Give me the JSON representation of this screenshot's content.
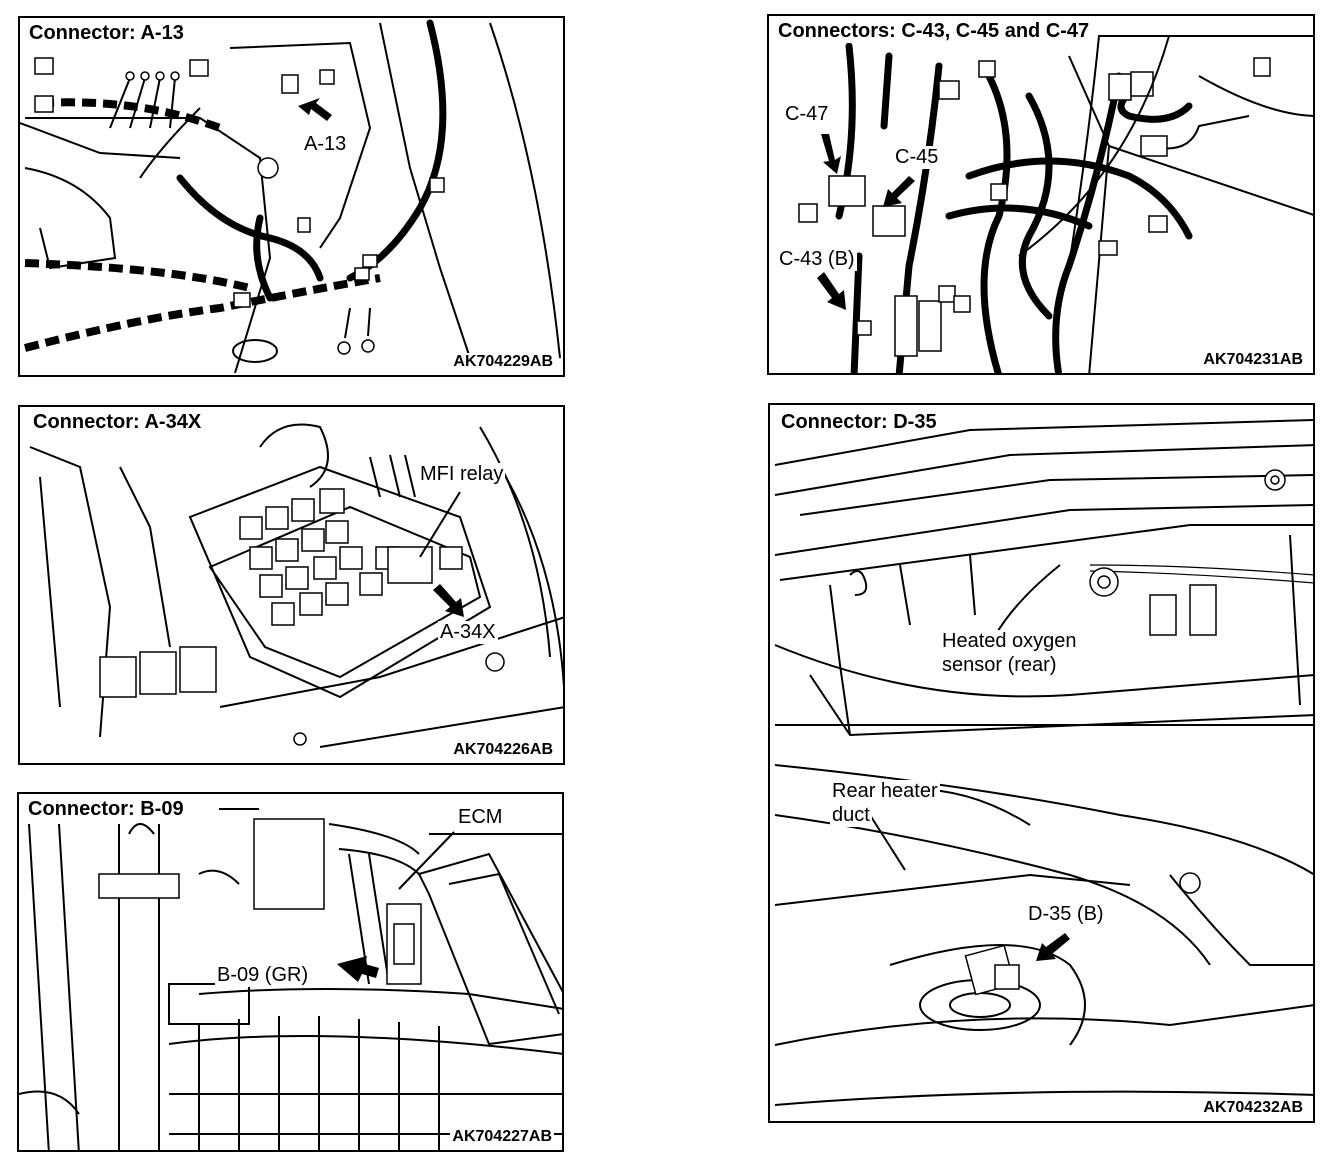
{
  "panels": {
    "a13": {
      "title": "Connector: A-13",
      "code": "AK704229AB",
      "labels": {
        "connector": "A-13"
      }
    },
    "c43": {
      "title": "Connectors: C-43, C-45 and C-47",
      "code": "AK704231AB",
      "labels": {
        "c47": "C-47",
        "c45": "C-45",
        "c43": "C-43 (B)"
      }
    },
    "a34x": {
      "title": "Connector: A-34X",
      "code": "AK704226AB",
      "labels": {
        "relay": "MFI relay",
        "connector": "A-34X"
      }
    },
    "d35": {
      "title": "Connector: D-35",
      "code": "AK704232AB",
      "labels": {
        "sensor_line1": "Heated oxygen",
        "sensor_line2": "sensor (rear)",
        "duct_line1": "Rear heater",
        "duct_line2": "duct",
        "connector": "D-35 (B)"
      }
    },
    "b09": {
      "title": "Connector: B-09",
      "code": "AK704227AB",
      "labels": {
        "ecm": "ECM",
        "connector": "B-09 (GR)"
      }
    }
  },
  "icons": [
    "pointer-arrow-icon"
  ]
}
